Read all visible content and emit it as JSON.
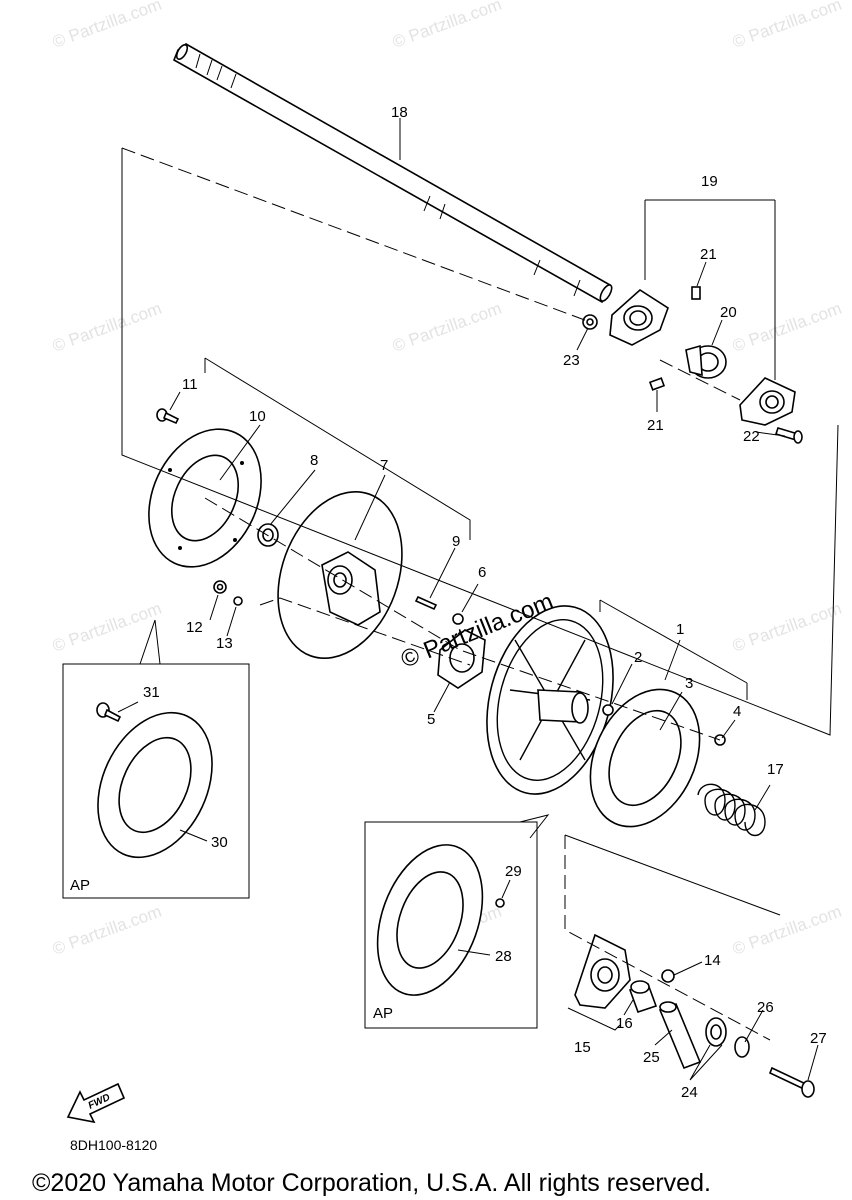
{
  "watermark": {
    "text": "© Partzilla.com",
    "center_text": "© Partzilla.com"
  },
  "callouts": [
    "1",
    "2",
    "3",
    "4",
    "5",
    "6",
    "7",
    "8",
    "9",
    "10",
    "11",
    "12",
    "13",
    "14",
    "15",
    "16",
    "17",
    "18",
    "19",
    "20",
    "21",
    "21",
    "22",
    "23",
    "24",
    "25",
    "26",
    "27",
    "28",
    "29",
    "30",
    "31"
  ],
  "inset_labels": {
    "ap_left": "AP",
    "ap_right": "AP"
  },
  "fwd_icon_label": "FWD",
  "diagram_code": "8DH100-8120",
  "copyright": "©2020 Yamaha Motor Corporation, U.S.A. All rights reserved."
}
